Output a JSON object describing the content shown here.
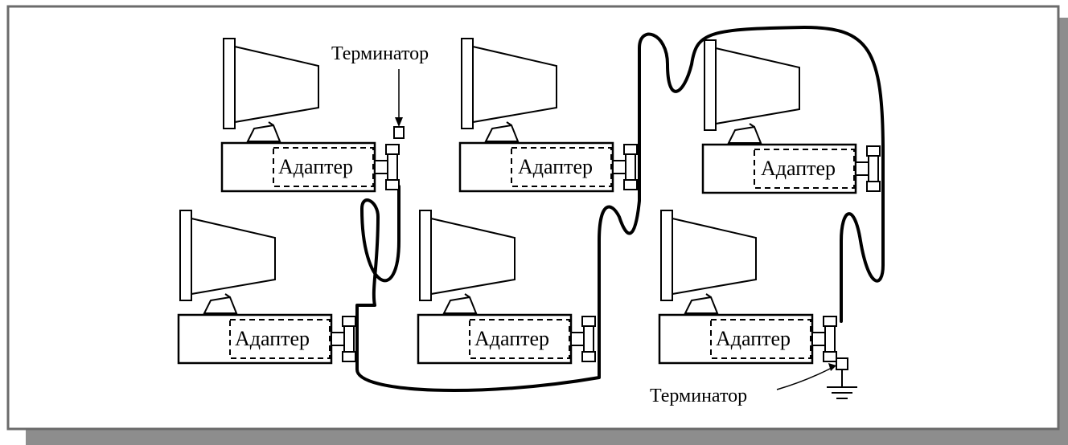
{
  "diagram": {
    "adapter_label": "Адаптер",
    "terminator_label": "Терминатор",
    "workstations": [
      {
        "id": 1,
        "label": "Адаптер"
      },
      {
        "id": 2,
        "label": "Адаптер"
      },
      {
        "id": 3,
        "label": "Адаптер"
      },
      {
        "id": 4,
        "label": "Адаптер"
      },
      {
        "id": 5,
        "label": "Адаптер"
      },
      {
        "id": 6,
        "label": "Адаптер"
      }
    ],
    "terminators": [
      {
        "label": "Терминатор"
      },
      {
        "label": "Терминатор"
      }
    ]
  }
}
